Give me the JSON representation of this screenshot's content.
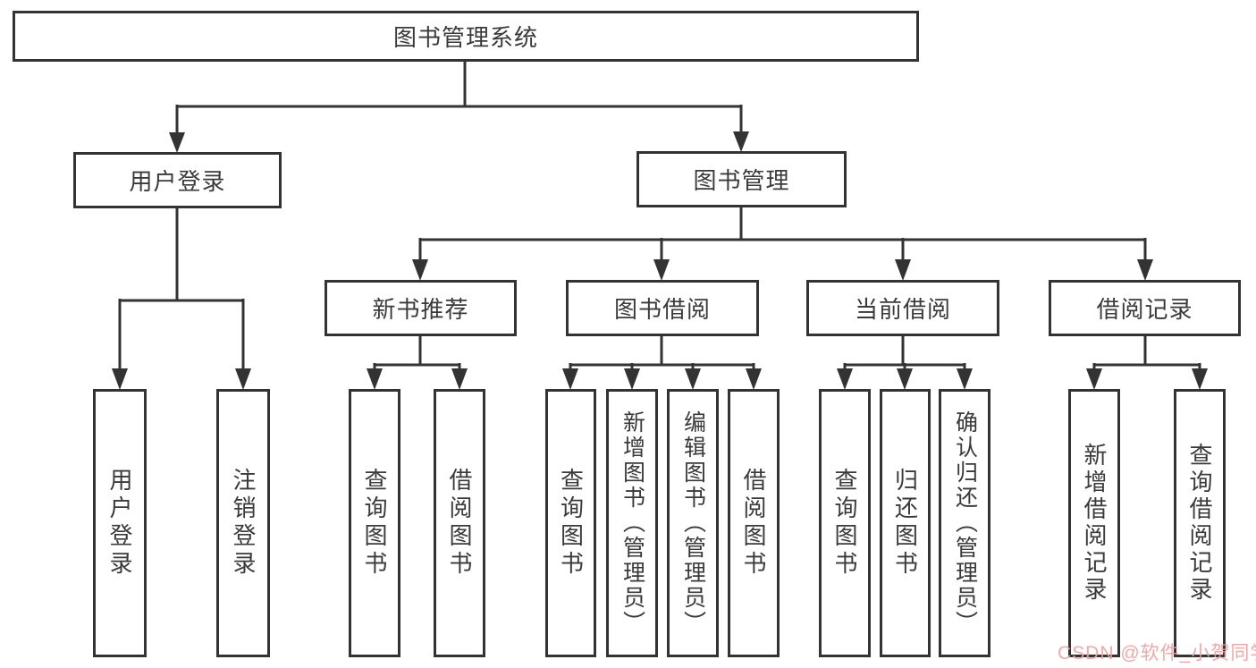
{
  "colors": {
    "background": "#ffffff",
    "line": "#333333",
    "text": "#3a3a3a",
    "watermark": "#efa0a0"
  },
  "tree": {
    "label": "图书管理系统",
    "children": [
      {
        "label": "用户登录",
        "children": [
          {
            "label": "用户登录"
          },
          {
            "label": "注销登录"
          }
        ]
      },
      {
        "label": "图书管理",
        "children": [
          {
            "label": "新书推荐",
            "children": [
              {
                "label": "查询图书"
              },
              {
                "label": "借阅图书"
              }
            ]
          },
          {
            "label": "图书借阅",
            "children": [
              {
                "label": "查询图书"
              },
              {
                "label": "新增图书（管理员）"
              },
              {
                "label": "编辑图书（管理员）"
              },
              {
                "label": "借阅图书"
              }
            ]
          },
          {
            "label": "当前借阅",
            "children": [
              {
                "label": "查询图书"
              },
              {
                "label": "归还图书"
              },
              {
                "label": "确认归还（管理员）"
              }
            ]
          },
          {
            "label": "借阅记录",
            "children": [
              {
                "label": "新增借阅记录"
              },
              {
                "label": "查询借阅记录"
              }
            ]
          }
        ]
      }
    ]
  },
  "watermark": {
    "text": "CSDN @软件_小贺同学"
  }
}
